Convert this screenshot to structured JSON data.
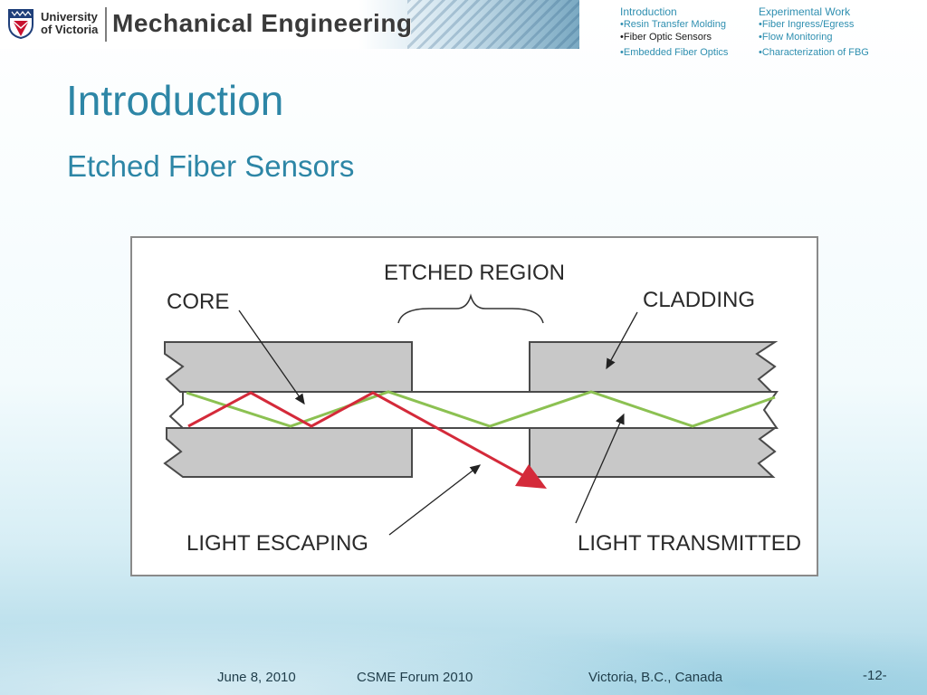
{
  "header": {
    "university_line1": "University",
    "university_line2": "of Victoria",
    "department": "Mechanical Engineering"
  },
  "nav": {
    "col1": {
      "heading": "Introduction",
      "items": [
        "•Resin Transfer Molding",
        "•Fiber Optic Sensors",
        "•Embedded Fiber Optics"
      ]
    },
    "col2": {
      "heading": "Experimental Work",
      "items": [
        "•Fiber Ingress/Egress",
        "•Flow Monitoring",
        "•Characterization of FBG"
      ]
    }
  },
  "slide": {
    "title": "Introduction",
    "subtitle": "Etched Fiber Sensors"
  },
  "diagram": {
    "labels": {
      "etched_region": "ETCHED REGION",
      "core": "CORE",
      "cladding": "CLADDING",
      "light_escaping": "LIGHT ESCAPING",
      "light_transmitted": "LIGHT TRANSMITTED"
    },
    "colors": {
      "cladding": "#c8c8c8",
      "escaping_ray": "#d42a3a",
      "transmitted_ray": "#8cc152"
    }
  },
  "footer": {
    "date": "June 8, 2010",
    "event": "CSME Forum 2010",
    "location": "Victoria, B.C., Canada",
    "page": "-12-"
  }
}
